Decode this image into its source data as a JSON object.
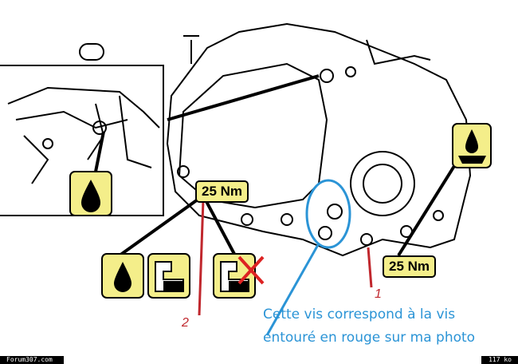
{
  "torque_labels": [
    "25 Nm",
    "25 Nm"
  ],
  "markers": [
    "2",
    "1"
  ],
  "annotation": {
    "line1": "Cette vis correspond à la vis",
    "line2": "entouré en rouge sur ma photo"
  },
  "footer": {
    "site": "Forum307.com",
    "size": "117 ko"
  },
  "colors": {
    "badge": "#f4ee8a",
    "annotation": "#2b94d6",
    "marker": "#c0272d"
  }
}
